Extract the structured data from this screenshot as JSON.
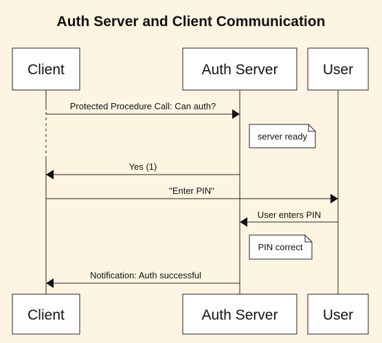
{
  "title": "Auth Server and Client Communication",
  "participants": {
    "client": "Client",
    "auth_server": "Auth Server",
    "user": "User"
  },
  "messages": {
    "m1": "Protected Procedure Call: Can auth?",
    "m2": "Yes (1)",
    "m3": "\"Enter PIN\"",
    "m4": "User enters PIN",
    "m5": "Notification: Auth successful"
  },
  "notes": {
    "n1": "server ready",
    "n2": "PIN correct"
  }
}
